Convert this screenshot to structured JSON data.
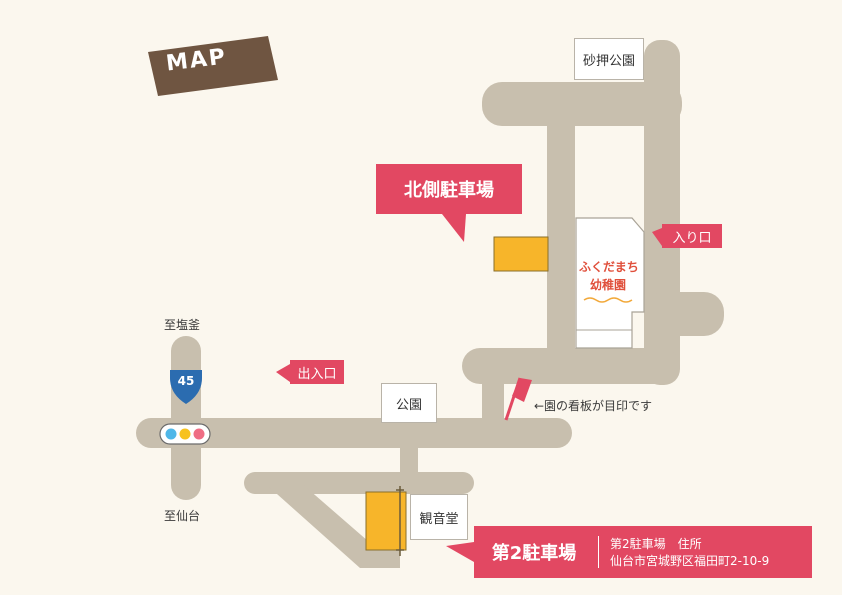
{
  "title": "MAP",
  "colors": {
    "road": "#c8bfae",
    "tag": "#e24862",
    "parking": "#f7b52a",
    "title_bg": "#6f5541",
    "background": "#fbf7ee"
  },
  "route_shield": "45",
  "direction_labels": {
    "north": "至塩釜",
    "south": "至仙台"
  },
  "landmarks": {
    "sunao_park": "砂押公園",
    "park": "公園",
    "kannondo": "観音堂"
  },
  "kindergarten": {
    "line1": "ふくだまち",
    "line2": "幼稚園"
  },
  "tags": {
    "entrance": "入り口",
    "exit_entrance": "出入口"
  },
  "callouts": {
    "north_parking": "北側駐車場",
    "second_parking": "第2駐車場"
  },
  "sign_note": "←園の看板が目印です",
  "address": {
    "line1": "第2駐車場　住所",
    "line2": "仙台市宮城野区福田町2-10-9"
  },
  "traffic_light_icon": "traffic-light-icon",
  "flag_icon": "flag-icon"
}
